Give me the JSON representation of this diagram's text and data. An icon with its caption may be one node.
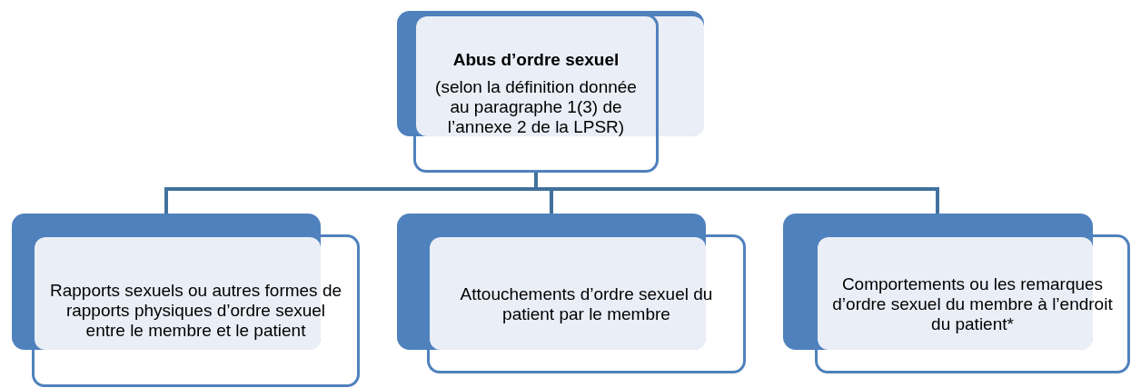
{
  "diagram": {
    "nodes": [
      {
        "text": [
          "Abus d’ordre sexuel",
          "(selon la définition donnée au paragraphe 1(3) de l’annexe 2 de la LPSR)"
        ]
      },
      {
        "text": [
          "Rapports sexuels ou autres formes de rapports physiques d’ordre sexuel entre le membre et le patient"
        ]
      },
      {
        "text": [
          "Attouchements d’ordre sexuel du patient par le membre"
        ]
      },
      {
        "text": [
          "Comportements ou les remarques d’ordre sexuel du membre à l’endroit du patient*"
        ]
      }
    ],
    "edges": [
      {
        "from": 0,
        "to": 1,
        "arrow": "none"
      },
      {
        "from": 0,
        "to": 2,
        "arrow": "none"
      },
      {
        "from": 0,
        "to": 3,
        "arrow": "none"
      }
    ]
  }
}
